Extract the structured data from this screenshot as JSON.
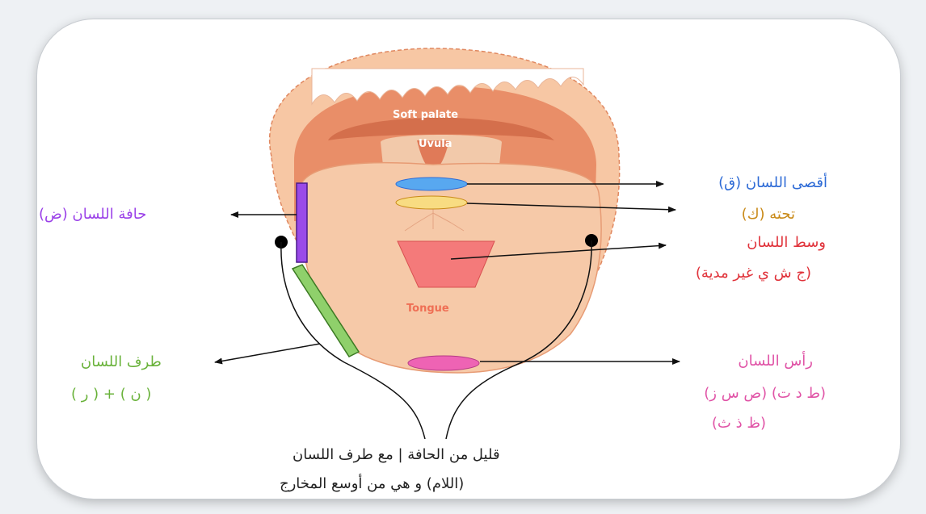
{
  "anatomy": {
    "soft_palate": "Soft palate",
    "uvula": "Uvula",
    "tongue": "Tongue"
  },
  "labels": {
    "aqsa": "أقصى اللسان (ق)",
    "tahtah": "تحته (ك)",
    "wasat": "وسط اللسان",
    "wasat_letters": "(ج ش ي غير مدية)",
    "hafa": "حافة اللسان (ض)",
    "taraf": "طرف اللسان",
    "taraf_letters": "( ن ) + ( ر )",
    "ras": "رأس اللسان",
    "ras_letters1": "(ط د ت) (ص س ز)",
    "ras_letters2": "(ظ ذ ث)",
    "lam_line1": "قليل من الحافة | مع طرف اللسان",
    "lam_line2": "(اللام) و هي من أوسع المخارج"
  },
  "colors": {
    "blue": "#2e6bd6",
    "gold": "#c98a18",
    "red": "#e0323a",
    "purple": "#9a40e8",
    "green": "#69b23a",
    "pink": "#e053a6"
  }
}
